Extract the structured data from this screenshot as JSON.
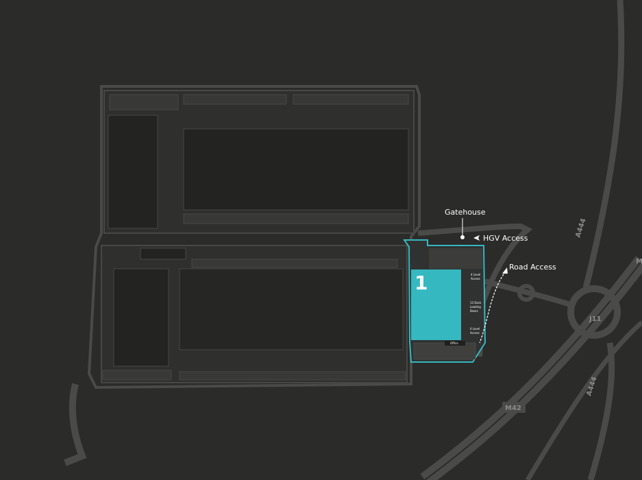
{
  "labels": {
    "gatehouse": "Gatehouse",
    "hgv_access": "HGV Access",
    "road_access": "Road Access"
  },
  "roads": {
    "a444_north": "A444",
    "a444_south": "A444",
    "junction": "J11",
    "motorway": "M42",
    "edge_label": "M"
  },
  "unit": {
    "number": "1",
    "note_top": [
      "4 Level",
      "Access"
    ],
    "note_mid": [
      "13 Dock",
      "Loading",
      "Doors"
    ],
    "note_bottom": [
      "4 Level",
      "Access"
    ],
    "office": "Office"
  },
  "colors": {
    "background": "#2b2b2a",
    "site_outline": "#4a4a48",
    "building": "#313130",
    "unit_highlight": "#35b8c0",
    "roads": "#4a4a48"
  }
}
